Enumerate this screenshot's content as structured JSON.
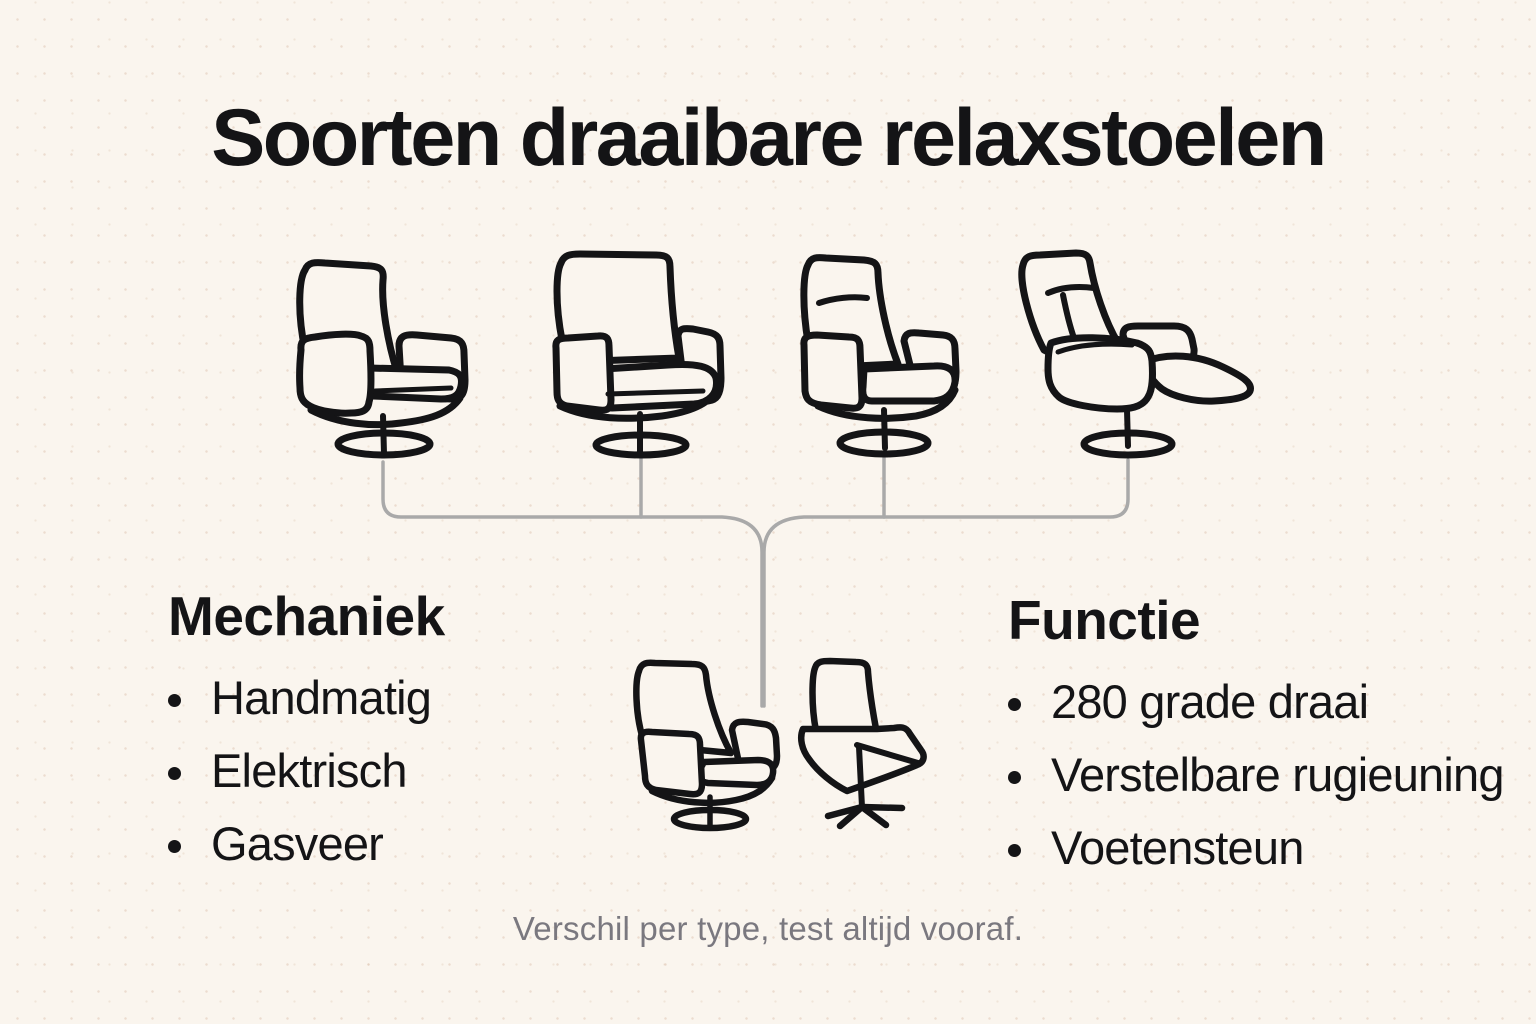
{
  "theme": {
    "background": "#faf5ee",
    "ink": "#141416",
    "connector": "#a9a9a9",
    "footer_color": "#7a787f"
  },
  "title": "Soorten draaibare relaxstoelen",
  "chairs": {
    "icons": [
      "recliner-chair-tilted-icon",
      "recliner-chair-highback-icon",
      "recliner-chair-headrest-icon",
      "recliner-chair-footrest-extended-icon",
      "recliner-chair-small-front-icon",
      "recliner-chair-small-rear-icon"
    ]
  },
  "sections": {
    "left": {
      "heading": "Mechaniek",
      "items": [
        "Handmatig",
        "Elektrisch",
        "Gasveer"
      ]
    },
    "right": {
      "heading": "Functie",
      "items": [
        "280 grade draai",
        "Verstelbare rugieuning",
        "Voetensteun"
      ]
    }
  },
  "footer": "Verschil per type, test altijd vooraf."
}
